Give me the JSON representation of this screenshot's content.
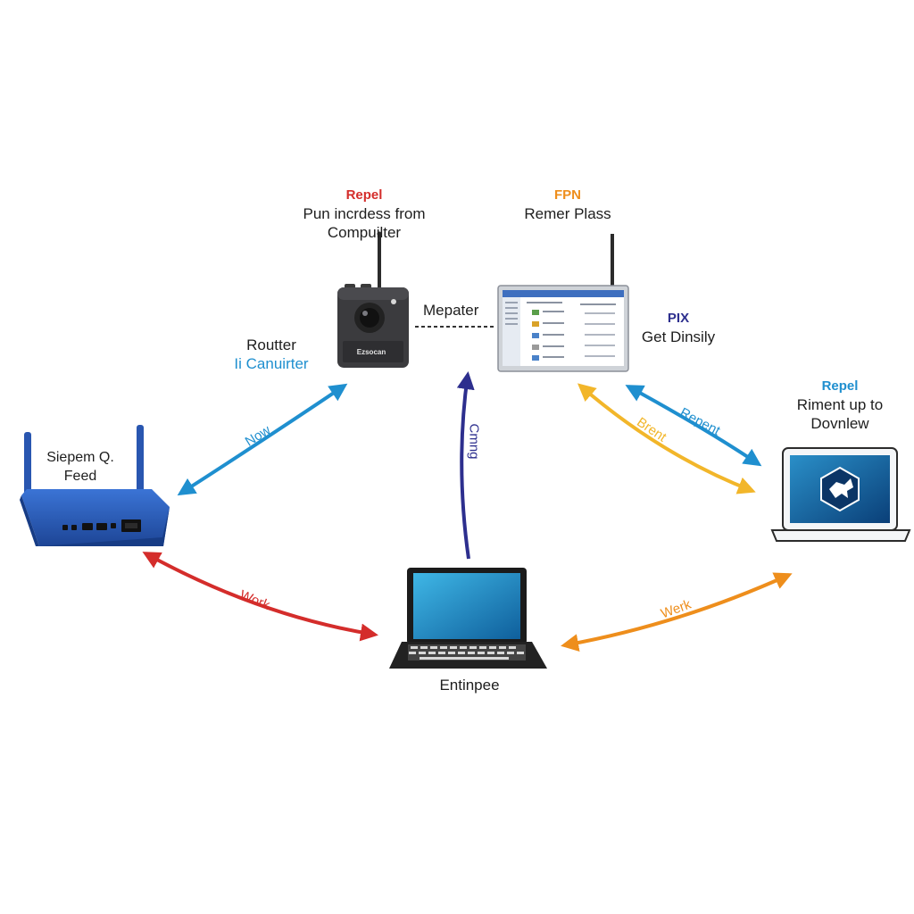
{
  "colors": {
    "red": "#d42d2b",
    "blue": "#1f8fcf",
    "navy": "#2d2f8e",
    "yellow": "#f2b62a",
    "orange": "#ee8e1c",
    "device_blue": "#2a5bb8",
    "dark": "#2b2b2b"
  },
  "nodes": {
    "camera": {
      "highlight": "Repel",
      "line1": "Pun incrdess from",
      "line2": "Compuilter",
      "brand": "Ezsocan",
      "icon": "camera-device-icon"
    },
    "monitor": {
      "highlight": "FPN",
      "line1": "Remer Plass",
      "icon": "monitor-icon"
    },
    "pix": {
      "highlight": "PIX",
      "line1": "Get Dinsily"
    },
    "router_side": {
      "line1": "Routter",
      "line2": "Ii Canuirter"
    },
    "router": {
      "line1": "Siepem Q.",
      "line2": "Feed",
      "icon": "wifi-router-icon"
    },
    "right_laptop": {
      "highlight": "Repel",
      "line1": "Riment up to",
      "line2": "Dovnlew",
      "icon": "laptop-icon"
    },
    "center_laptop": {
      "line1": "Entinpee",
      "icon": "laptop-icon"
    }
  },
  "connections": {
    "mepater": "Mepater",
    "now": "Now",
    "cmng": "Cmng",
    "repent": "Repent",
    "brent": "Brent",
    "work_left": "Work",
    "work_right": "Werk"
  }
}
